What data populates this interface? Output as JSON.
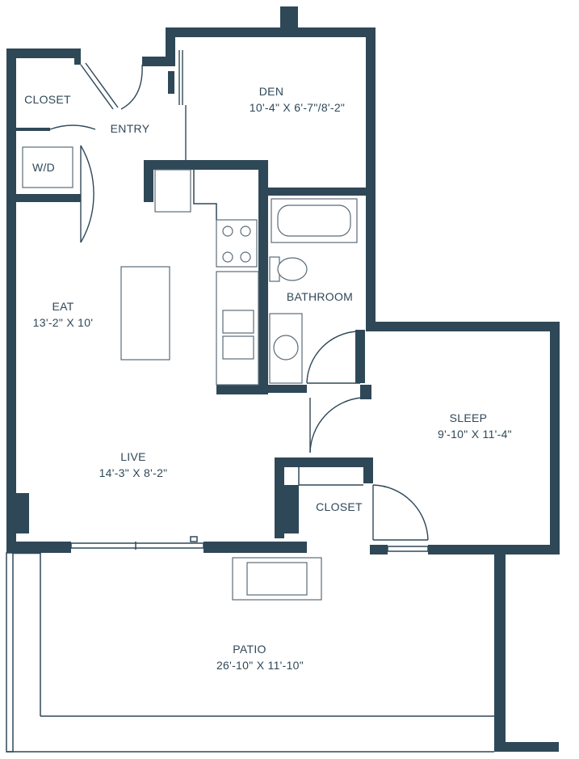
{
  "colors": {
    "wall": "#2f4858",
    "fixture": "#5a6b78",
    "text": "#2f4858"
  },
  "rooms": {
    "closet1": {
      "name": "CLOSET"
    },
    "entry": {
      "name": "ENTRY"
    },
    "wd": {
      "name": "W/D"
    },
    "den": {
      "name": "DEN",
      "dims": "10'-4\" X 6'-7\"/8'-2\""
    },
    "bathroom": {
      "name": "BATHROOM"
    },
    "eat": {
      "name": "EAT",
      "dims": "13'-2\" X 10'"
    },
    "live": {
      "name": "LIVE",
      "dims": "14'-3\" X 8'-2\""
    },
    "sleep": {
      "name": "SLEEP",
      "dims": "9'-10\" X 11'-4\""
    },
    "closet2": {
      "name": "CLOSET"
    },
    "patio": {
      "name": "PATIO",
      "dims": "26'-10\" X 11'-10\""
    }
  }
}
